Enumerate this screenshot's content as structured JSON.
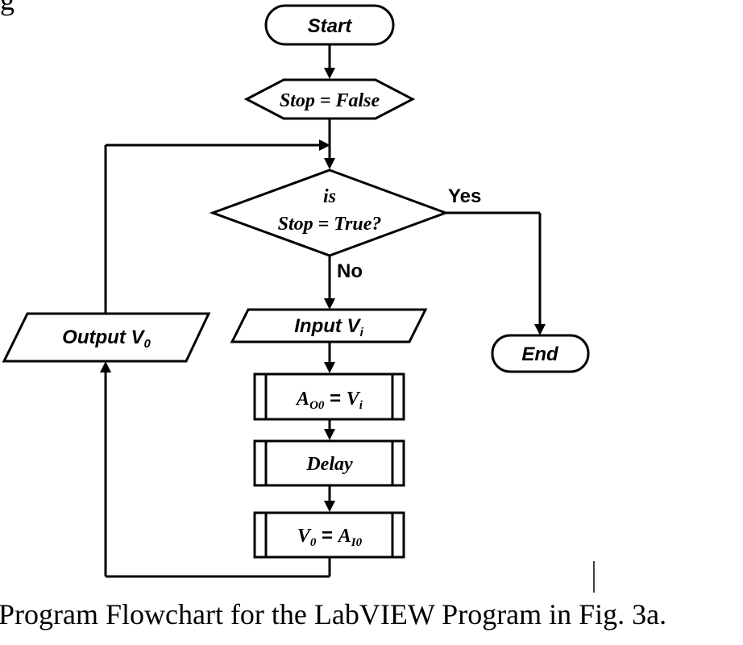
{
  "caption_fragment_top": "g",
  "nodes": {
    "start": "Start",
    "init": "Stop = False",
    "decision_line1": "is",
    "decision_line2": "Stop = True?",
    "end": "End",
    "input_prefix": "Input V",
    "input_sub": "i",
    "assign_ao0_left": "A",
    "assign_ao0_sub": "O0",
    "assign_ao0_eq": " = ",
    "assign_ao0_right": "V",
    "assign_ao0_right_sub": "i",
    "delay": "Delay",
    "assign_v0_left": "V",
    "assign_v0_left_sub": "0",
    "assign_v0_eq": " = ",
    "assign_v0_right": "A",
    "assign_v0_right_sub": "I0",
    "output_prefix": "Output V",
    "output_sub": "0"
  },
  "branches": {
    "yes": "Yes",
    "no": "No"
  },
  "caption": "Program Flowchart for the LabVIEW Program in Fig. 3a."
}
